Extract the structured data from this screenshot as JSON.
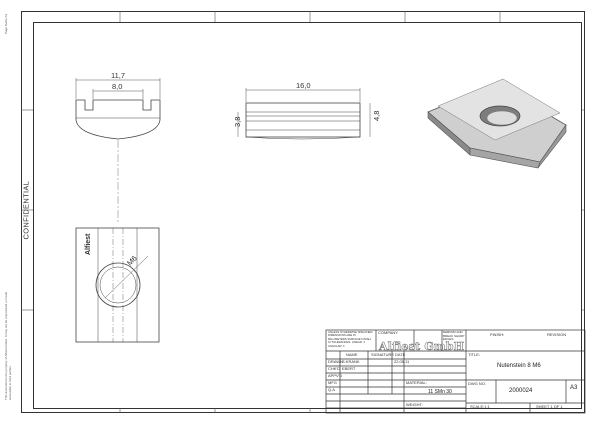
{
  "drawing": {
    "confidential_label": "CONFIDENTIAL",
    "side_note": "Page Name A3",
    "side_disclaimer": "This document is the property of Alfiest GmbH. It may not be reproduced or made accessible to third parties.",
    "dimensions": {
      "front_width_outer": "11,7",
      "front_width_inner": "8,0",
      "side_length": "16,0",
      "side_height_left": "3,8",
      "side_height_right": "4,8",
      "thread_label": "M6"
    },
    "part_marking": "Alfiest"
  },
  "title_block": {
    "company_info": "UNLESS OTHERWISE SPECIFIED: DIMENSIONS ARE IN MILLIMETERS SURFACE FINISH: SI TOLERANCES: LINEAR: ± ANGULAR: ±",
    "company_label": "COMPANY",
    "logo_text": "Alfiest GmbH",
    "deburr_note": "DEBURR AND BREAK SHARP EDGES",
    "finish_label": "FINISH:",
    "revision_label": "REVISION",
    "col_headers": [
      "NAME",
      "SIGNATURE",
      "DATE"
    ],
    "row_labels": [
      "DRAWN",
      "CHK'D",
      "APPV'D",
      "MFG",
      "Q.A"
    ],
    "drawn_name": "S.KRANK",
    "drawn_date": "22.05.11",
    "chkd_name": "EBERT",
    "material_label": "MATERIAL:",
    "material_value": "11 SMn 30",
    "weight_label": "WEIGHT:",
    "title_label": "TITLE:",
    "title_value": "Nutenstein 8 M6",
    "dwg_no_label": "DWG NO.",
    "dwg_no_value": "2000024",
    "size_value": "A3",
    "scale_label": "SCALE:1:1",
    "sheet_label": "SHEET 1 OF 1"
  }
}
